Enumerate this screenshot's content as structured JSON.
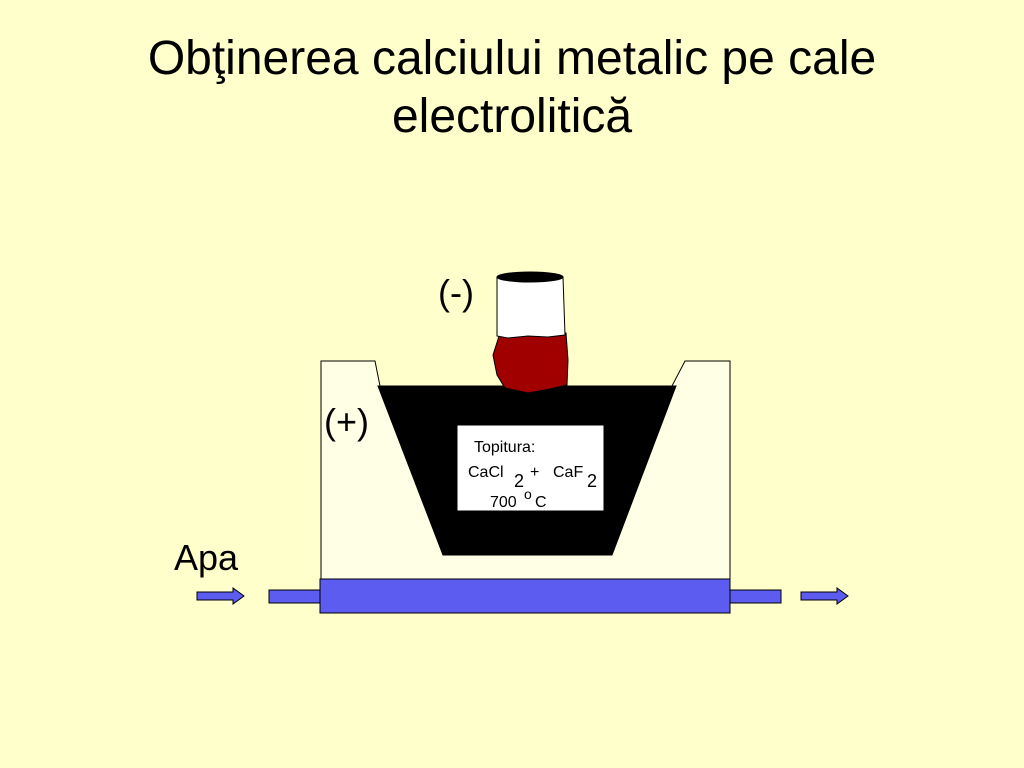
{
  "title": {
    "line1": "Obţinerea calciului metalic pe cale",
    "line2": "electrolitică"
  },
  "labels": {
    "cathode": "(-)",
    "anode": "(+)",
    "water": "Apa"
  },
  "melt_box": {
    "heading": "Topitura:",
    "formula_a": "CaCl",
    "sub_a": "2",
    "plus": "+",
    "formula_b": "CaF",
    "sub_b": "2",
    "temperature": "700",
    "degree": "o",
    "unit": "C"
  },
  "colors": {
    "background": "#FFFFCC",
    "cell_body": "#FFFFE5",
    "melt": "#000000",
    "electrode_top": "#FFFFFF",
    "electrode_bottom": "#A00000",
    "cooling_water": "#5C5CF0"
  },
  "icons": {
    "inlet_arrow": "arrow-right-icon",
    "outlet_arrow": "arrow-right-icon"
  }
}
